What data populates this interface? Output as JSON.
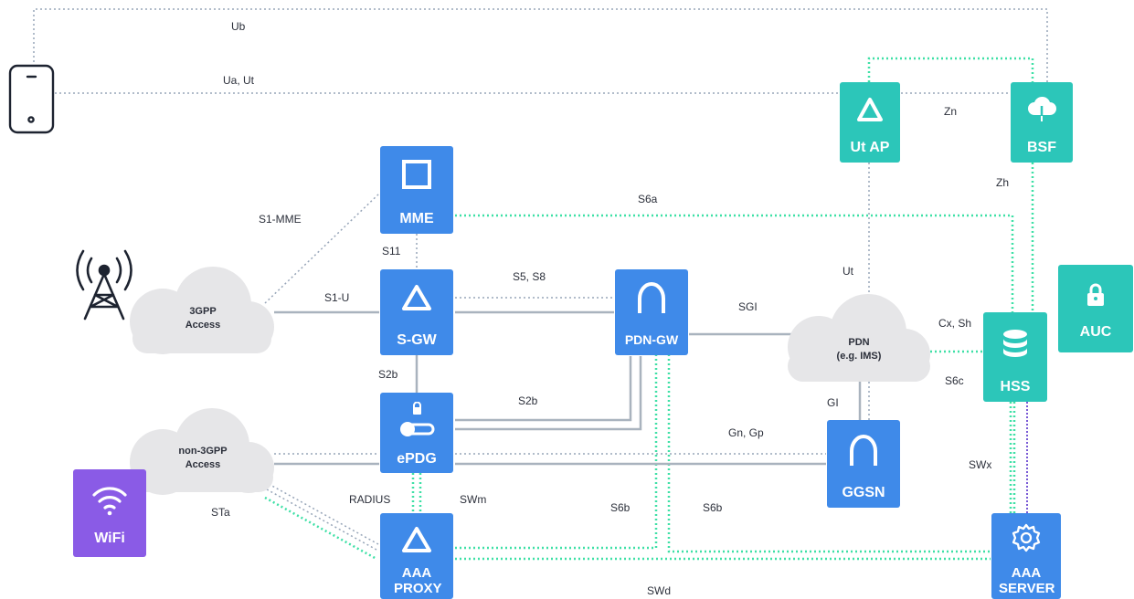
{
  "nodes": {
    "mme": "MME",
    "sgw": "S-GW",
    "epdg": "ePDG",
    "aaa_proxy": "AAA PROXY",
    "pdn_gw": "PDN-GW",
    "ggsn": "GGSN",
    "ut_ap": "Ut AP",
    "bsf": "BSF",
    "hss": "HSS",
    "auc": "AUC",
    "aaa_server": "AAA SERVER",
    "wifi": "WiFi"
  },
  "clouds": {
    "access_3gpp": [
      "3GPP",
      "Access"
    ],
    "access_non3gpp": [
      "non-3GPP",
      "Access"
    ],
    "pdn": [
      "PDN",
      "(e.g. IMS)"
    ]
  },
  "interfaces": {
    "ub": "Ub",
    "ua_ut": "Ua, Ut",
    "zn": "Zn",
    "zh": "Zh",
    "s6a": "S6a",
    "s1_mme": "S1-MME",
    "s11": "S11",
    "s5_s8": "S5, S8",
    "s1_u": "S1-U",
    "sgi": "SGI",
    "ut": "Ut",
    "cx_sh": "Cx, Sh",
    "s2b_vertical": "S2b",
    "s2b_horizontal": "S2b",
    "s6c": "S6c",
    "gi": "GI",
    "gn_gp": "Gn, Gp",
    "swx": "SWx",
    "radius": "RADIUS",
    "swm": "SWm",
    "sta": "STa",
    "s6b_left": "S6b",
    "s6b_right": "S6b",
    "swd": "SWd"
  },
  "colors": {
    "blue_node": "#3f8ae9",
    "teal_node": "#2cc6b9",
    "purple_node": "#8a5be6",
    "green_dotted_link": "#3ee0a6",
    "gray_dotted_link": "#97a5b8",
    "solid_link": "#a9b3be",
    "purple_link": "#7a5bd6",
    "cloud": "#e6e6e8"
  },
  "icons": {
    "phone": "phone-icon",
    "antenna": "antenna-tower-icon",
    "mme": "square-icon",
    "sgw": "triangle-icon",
    "epdg": "lock-key-icon",
    "aaa_proxy": "triangle-icon",
    "pdn_gw": "arch-icon",
    "ggsn": "arch-icon",
    "ut_ap": "triangle-icon",
    "bsf": "cloud-download-icon",
    "hss": "database-icon",
    "auc": "lock-icon",
    "aaa_server": "gear-icon",
    "wifi": "wifi-icon"
  }
}
